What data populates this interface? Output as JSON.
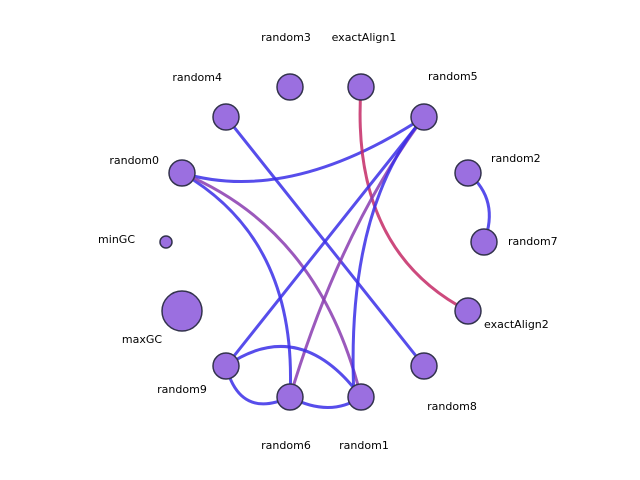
{
  "diagram": {
    "colors": {
      "node_fill": "#9b6fe0",
      "node_stroke": "#33334d",
      "edge_blue": "#3a2ee8",
      "edge_red": "#c42a66",
      "edge_purple": "#8a3cb0"
    },
    "nodes": [
      {
        "id": "random3",
        "label": "random3",
        "size": "small"
      },
      {
        "id": "exactAlign1",
        "label": "exactAlign1",
        "size": "small"
      },
      {
        "id": "random5",
        "label": "random5",
        "size": "small"
      },
      {
        "id": "random4",
        "label": "random4",
        "size": "small"
      },
      {
        "id": "random0",
        "label": "random0",
        "size": "small"
      },
      {
        "id": "random2",
        "label": "random2",
        "size": "small"
      },
      {
        "id": "random7",
        "label": "random7",
        "size": "small"
      },
      {
        "id": "minGC",
        "label": "minGC",
        "size": "tiny"
      },
      {
        "id": "maxGC",
        "label": "maxGC",
        "size": "large"
      },
      {
        "id": "exactAlign2",
        "label": "exactAlign2",
        "size": "small"
      },
      {
        "id": "random9",
        "label": "random9",
        "size": "small"
      },
      {
        "id": "random8",
        "label": "random8",
        "size": "small"
      },
      {
        "id": "random6",
        "label": "random6",
        "size": "small"
      },
      {
        "id": "random1",
        "label": "random1",
        "size": "small"
      }
    ],
    "edges": [
      {
        "source": "random0",
        "target": "random5",
        "color": "blue"
      },
      {
        "source": "random0",
        "target": "random6",
        "color": "blue"
      },
      {
        "source": "random0",
        "target": "random1",
        "color": "purple"
      },
      {
        "source": "random4",
        "target": "random8",
        "color": "blue"
      },
      {
        "source": "exactAlign1",
        "target": "exactAlign2",
        "color": "red"
      },
      {
        "source": "random5",
        "target": "random9",
        "color": "blue"
      },
      {
        "source": "random5",
        "target": "random6",
        "color": "purple"
      },
      {
        "source": "random5",
        "target": "random1",
        "color": "blue"
      },
      {
        "source": "random2",
        "target": "random7",
        "color": "blue"
      },
      {
        "source": "random9",
        "target": "random6",
        "color": "blue"
      },
      {
        "source": "random9",
        "target": "random1",
        "color": "blue"
      },
      {
        "source": "random6",
        "target": "random1",
        "color": "blue"
      }
    ]
  }
}
